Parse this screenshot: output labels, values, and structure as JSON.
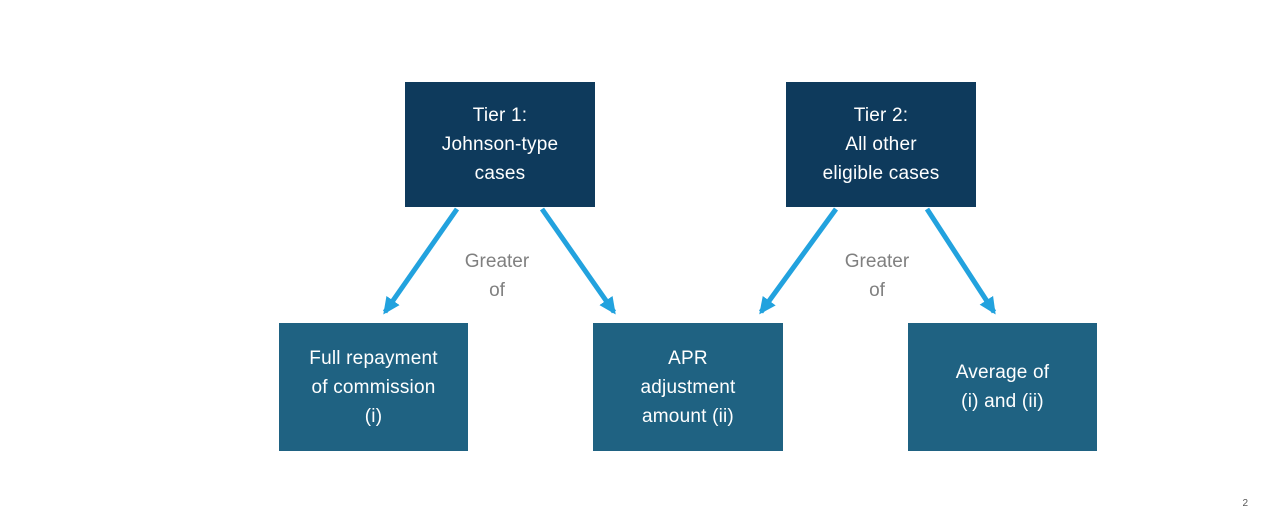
{
  "page": {
    "number": "2"
  },
  "colors": {
    "tier_box": "#0E3A5C",
    "outcome_box": "#1F6282",
    "arrow": "#22A2DE",
    "connector_label": "#808080",
    "box_text": "#FFFFFF"
  },
  "diagram": {
    "tier1": {
      "label": "Tier 1:\nJohnson-type\ncases"
    },
    "tier2": {
      "label": "Tier 2:\nAll other\neligible cases"
    },
    "outcome1": {
      "label": "Full repayment\nof commission\n(i)"
    },
    "outcome2": {
      "label": "APR\nadjustment\namount (ii)"
    },
    "outcome3": {
      "label": "Average of\n(i) and (ii)"
    },
    "connector_label_1": "Greater\nof",
    "connector_label_2": "Greater\nof"
  }
}
